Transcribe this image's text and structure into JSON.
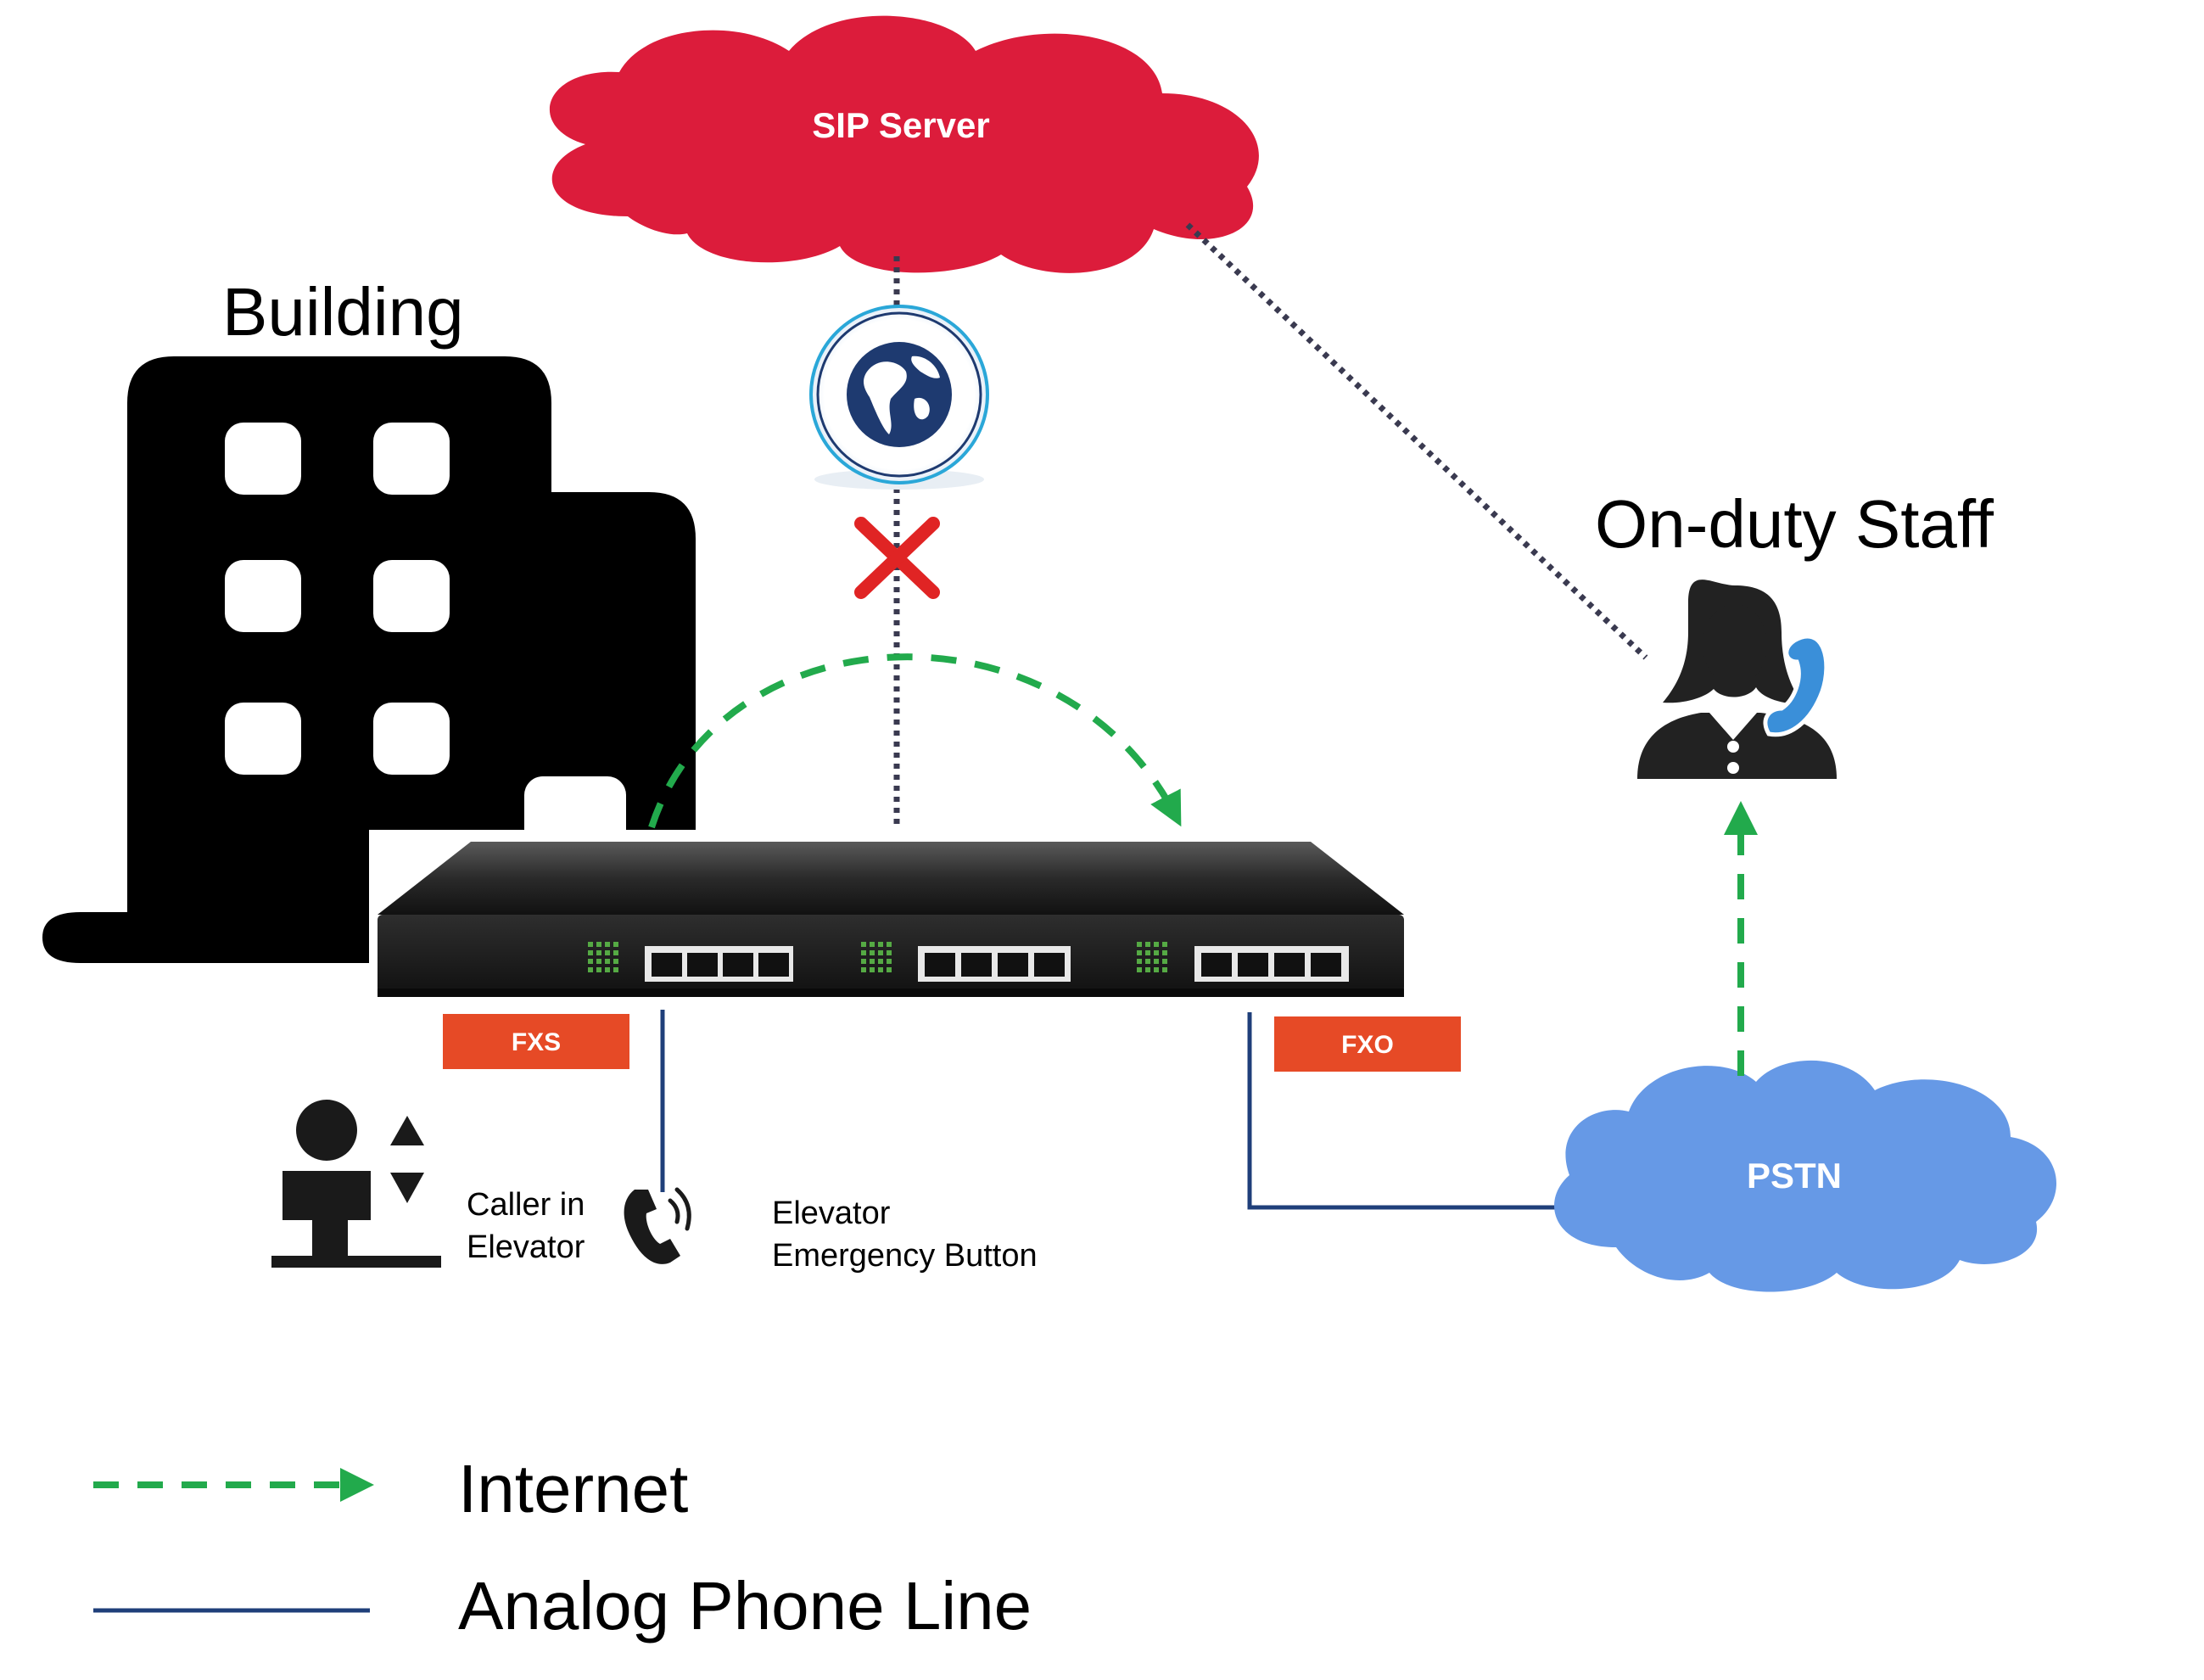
{
  "labels": {
    "sip_server": "SIP Server",
    "building": "Building",
    "on_duty_staff": "On-duty Staff",
    "fxs": "FXS",
    "fxo": "FXO",
    "pstn": "PSTN",
    "caller_line1": "Caller in",
    "caller_line2": "Elevator",
    "button_line1": "Elevator",
    "button_line2": "Emergency Button"
  },
  "legend": {
    "internet": "Internet",
    "analog_line": "Analog Phone Line"
  },
  "colors": {
    "sip_cloud": "#dc1c3b",
    "pstn_cloud": "#6699e6",
    "port_label": "#e64a26",
    "internet_line": "#22aa4c",
    "analog_line": "#1f3f7a",
    "fail_mark": "#e02424",
    "globe": "#1e3a70"
  },
  "icons": {
    "globe": "globe-icon",
    "fail": "x-mark-icon",
    "elevator": "elevator-passenger-icon",
    "phone": "phone-ringing-icon",
    "staff": "operator-headset-icon",
    "building": "building-icon",
    "gateway": "voip-gateway-device"
  }
}
